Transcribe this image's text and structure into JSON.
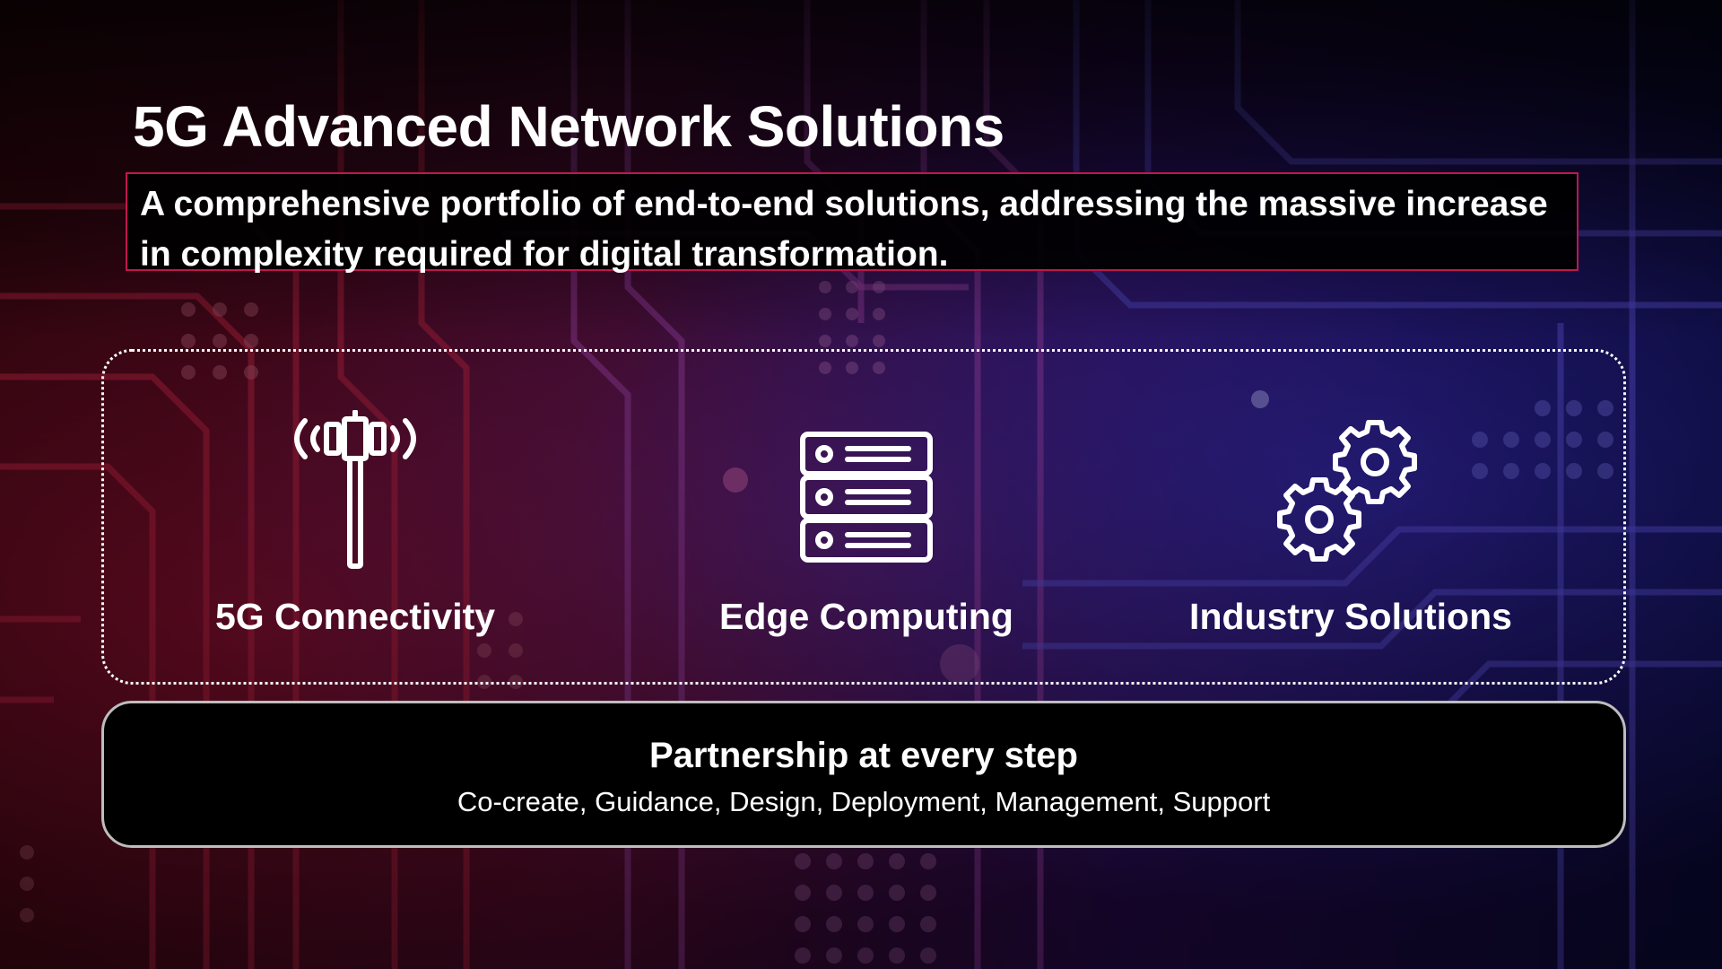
{
  "slide": {
    "title": "5G Advanced Network Solutions",
    "subtitle": "A comprehensive portfolio of end-to-end solutions, addressing the massive increase in complexity required for digital transformation.",
    "accent_color": "#c0174f"
  },
  "solutions": [
    {
      "icon": "antenna-tower-icon",
      "label": "5G Connectivity"
    },
    {
      "icon": "server-stack-icon",
      "label": "Edge Computing"
    },
    {
      "icon": "gears-icon",
      "label": "Industry Solutions"
    }
  ],
  "partnership": {
    "title": "Partnership at every step",
    "steps": "Co-create, Guidance, Design, Deployment, Management, Support"
  },
  "background": {
    "description_colors": [
      "#e1153f",
      "#8a2dbf",
      "#3a2bd6"
    ]
  }
}
